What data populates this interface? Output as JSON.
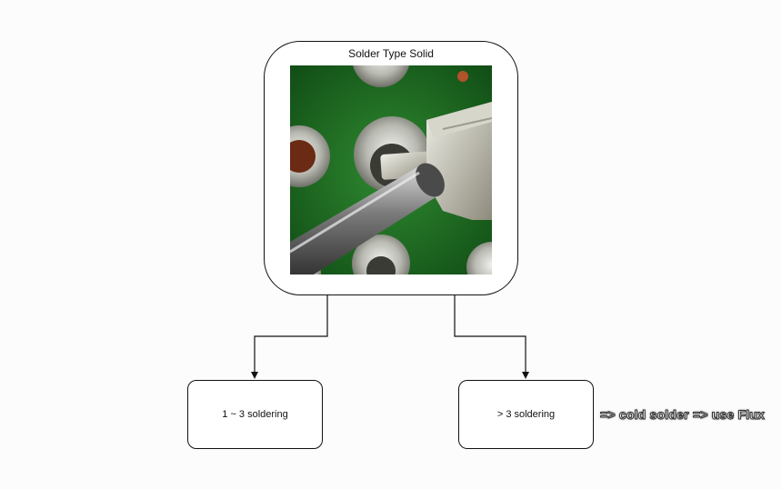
{
  "diagram": {
    "top_node": {
      "title": "Solder Type Solid"
    },
    "left_node": {
      "label": "1 ~ 3 soldering"
    },
    "right_node": {
      "label": "> 3 soldering"
    },
    "right_note": "=> cold solder => use Flux"
  }
}
